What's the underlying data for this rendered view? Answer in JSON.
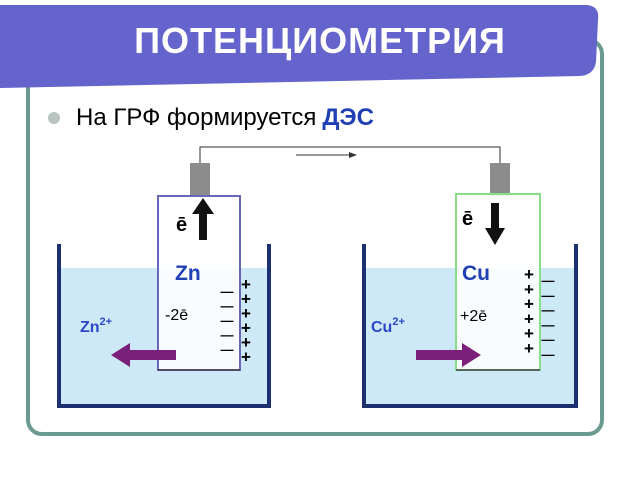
{
  "header": {
    "title": "ПОТЕНЦИОМЕТРИЯ"
  },
  "bullet": {
    "text": "На ГРФ формируется",
    "emphasis": "ДЭС"
  },
  "colors": {
    "banner": "#6464cc",
    "frame_border": "#6a9a90",
    "title_text": "#ffffff",
    "accent_text": "#1f3fb5",
    "solution": "#cde8f6",
    "vessel_wall": "#1c2f6e",
    "zn_border": "#6666bb",
    "cu_border": "#88dd88",
    "connector": "#8c8c8c",
    "ion_arrow": "#7a1f7a",
    "ion_label": "#2b47c8"
  },
  "zinc_cell": {
    "electrode_label": "Zn",
    "electron_label": "ē",
    "electron_arrow": "up",
    "charge_text": "-2ē",
    "ion_label": "Zn",
    "ion_charge": "2+",
    "left_charges": [
      "—",
      "—",
      "—",
      "—",
      "—"
    ],
    "right_charges": [
      "+",
      "+",
      "+",
      "+",
      "+",
      "+"
    ]
  },
  "copper_cell": {
    "electrode_label": "Cu",
    "electron_label": "ē",
    "electron_arrow": "down",
    "charge_text": "+2ē",
    "ion_label": "Cu",
    "ion_charge": "2+",
    "left_charges": [
      "+",
      "+",
      "+",
      "+",
      "+",
      "+"
    ],
    "right_charges": [
      "—",
      "—",
      "—",
      "—",
      "—",
      "—"
    ]
  }
}
